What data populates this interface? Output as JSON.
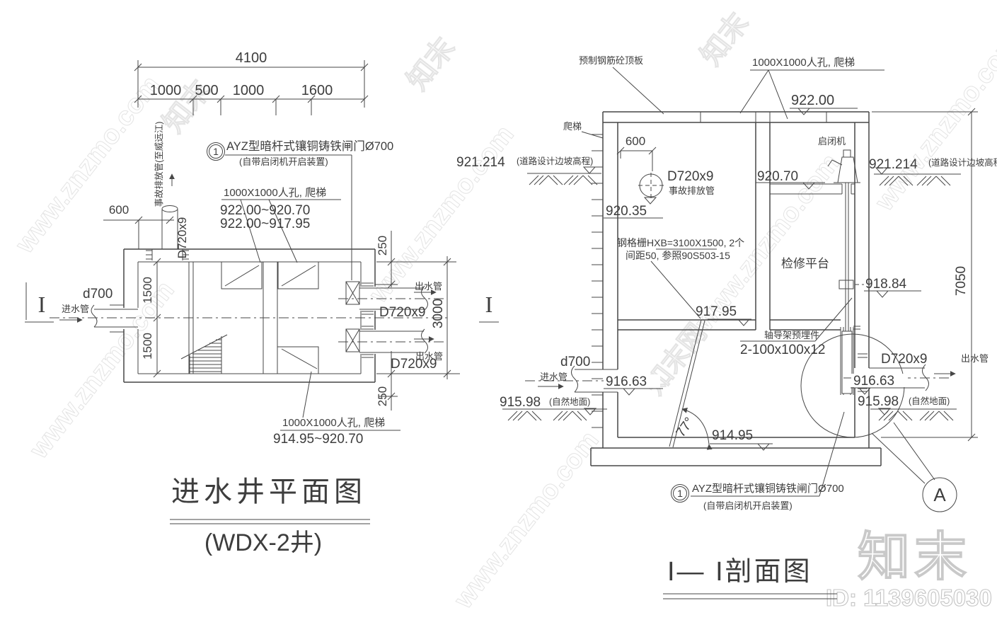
{
  "watermark": {
    "brand": "知末",
    "id_text": "ID: 1139605030",
    "site": "www.znzmo.com",
    "site_brand": "知末网www.znzmo.com"
  },
  "plan": {
    "title": "进水井平面图",
    "subtitle": "(WDX-2井)",
    "dim_total": "4100",
    "dim_seg1": "1000",
    "dim_seg2": "500",
    "dim_seg3": "1000",
    "dim_seg4": "1600",
    "dim_600": "600",
    "dim_1500a": "1500",
    "dim_1500b": "1500",
    "dim_250a": "250",
    "dim_3000": "3000",
    "dim_250b": "250",
    "callout_no": "1",
    "gate_label": "AYZ型暗杆式镶铜铸铁闸门Ø700",
    "gate_sublabel": "(自带启闭机开启装置)",
    "manhole_top": "1000X1000人孔, 爬梯",
    "level_range1": "922.00~920.70",
    "level_range2": "922.00~917.95",
    "drain_pipe_vert": "事故排放管(至威远江)",
    "drain_size_vert": "D720x9",
    "inlet_dia": "d700",
    "inlet_label": "进水管",
    "outlet_label1": "出水管",
    "outlet_size1": "D720x9",
    "outlet_label2": "出水管",
    "outlet_size2": "D720x9",
    "manhole_bottom": "1000X1000人孔, 爬梯",
    "level_range3": "914.95~920.70",
    "sec_mark_left": "I",
    "sec_mark_right": "I"
  },
  "section": {
    "title": "I— I剖面图",
    "roof_label": "预制钢筋砼顶板",
    "manhole_label": "1000X1000人孔, 爬梯",
    "lvl_92200": "922.00",
    "ladder_label": "爬梯",
    "road_lvl_left": "921.214",
    "road_note_left": "(道路设计边坡高程)",
    "dim_600": "600",
    "drain_size": "D720x9",
    "drain_label": "事故排放管",
    "lvl_92035": "920.35",
    "grille_line1": "钢格栅HXB=3100X1500, 2个",
    "grille_line2": "间距50, 参照90S503-15",
    "lvl_91795": "917.95",
    "lvl_92070": "920.70",
    "hoist_label": "启闭机",
    "road_lvl_right": "921.214",
    "road_note_right": "(道路设计边坡高程)",
    "platform_label": "检修平台",
    "lvl_91884": "918.84",
    "guide_label": "轴导架预埋件",
    "guide_size": "2-100x100x12",
    "inlet_dia": "d700",
    "inlet_label": "进水管",
    "lvl_91663_left": "916.63",
    "ground_lvl_left": "915.98",
    "ground_note_left": "(自然地面)",
    "angle": "77°",
    "lvl_91495": "914.95",
    "outlet_size": "D720x9",
    "outlet_label": "出水管",
    "lvl_91663_right": "916.63",
    "ground_lvl_right": "915.98",
    "ground_note_right": "(自然地面)",
    "dim_7050": "7050",
    "callout_no": "1",
    "gate_label": "AYZ型暗杆式镶铜铸铁闸门Ø700",
    "gate_sublabel": "(自带启闭机开启装置)",
    "detail_mark": "A"
  }
}
